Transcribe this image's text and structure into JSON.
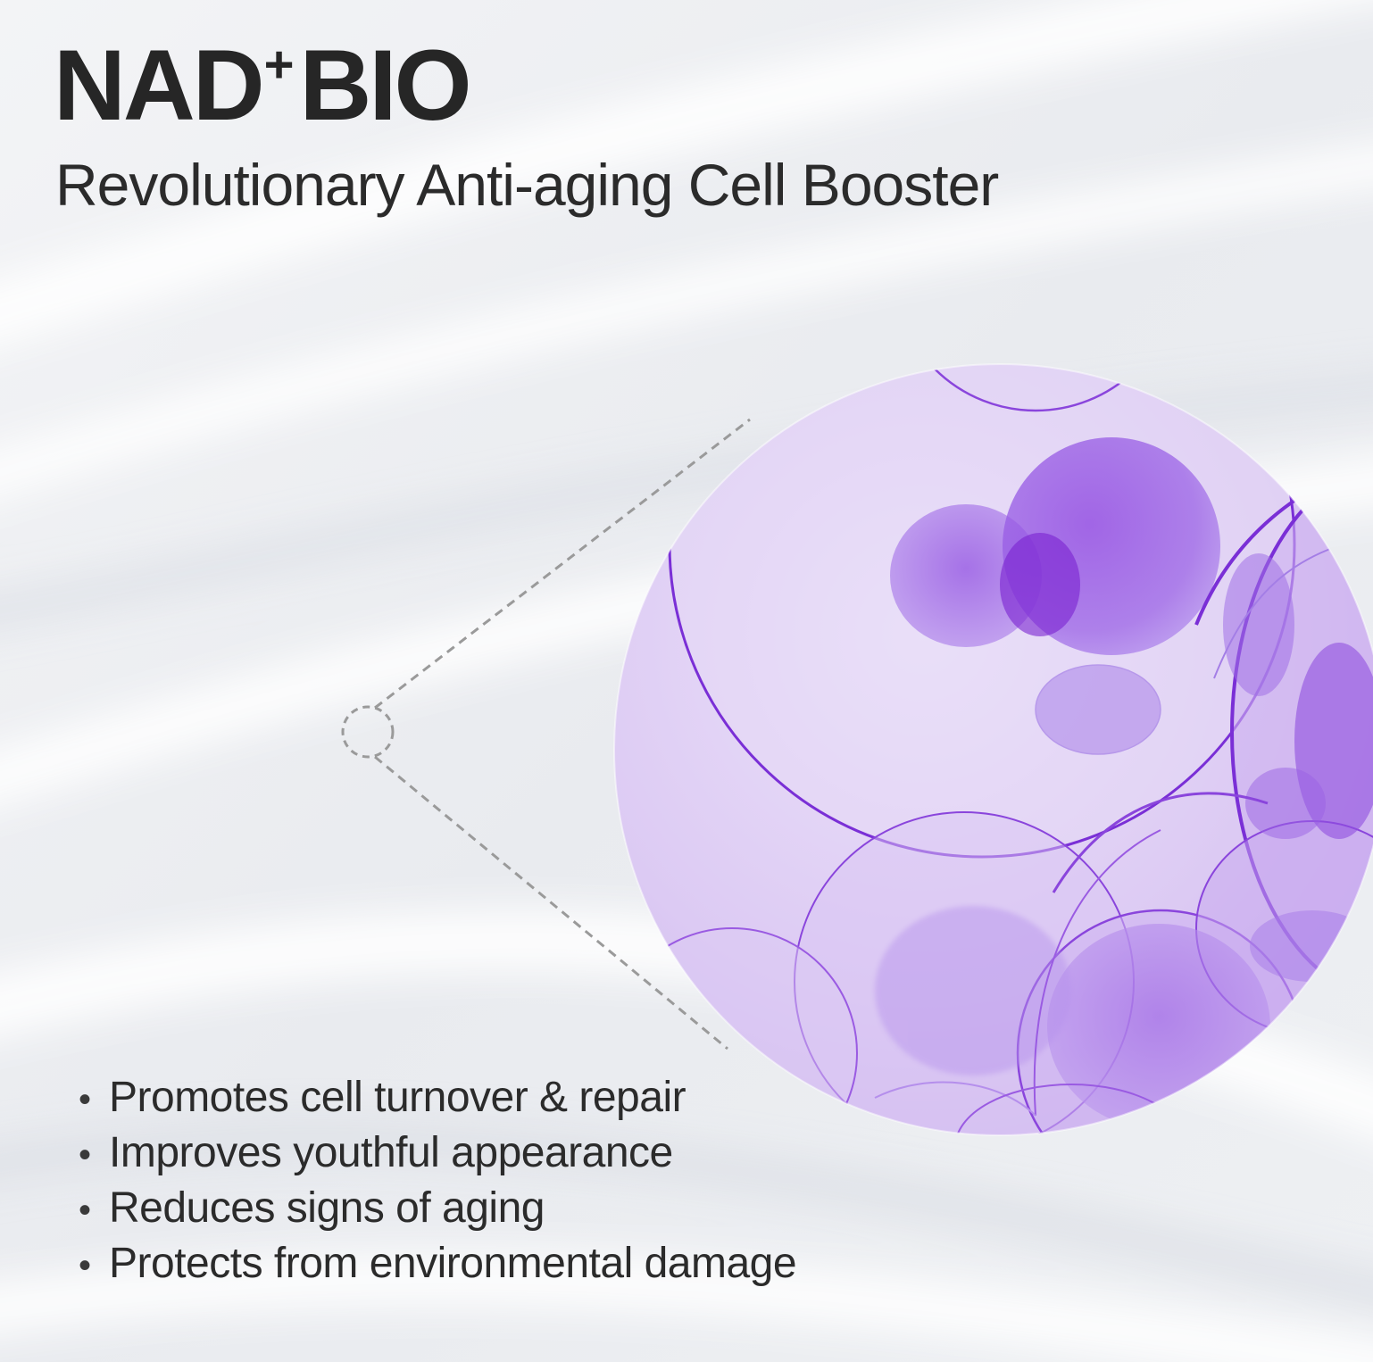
{
  "product": {
    "title_main": "NAD",
    "title_superscript": "+",
    "title_suffix": "BIO",
    "subtitle": "Revolutionary Anti-aging Cell Booster"
  },
  "benefits": {
    "bullet_symbol": "•",
    "items": [
      "Promotes cell turnover & repair",
      "Improves youthful appearance",
      "Reduces signs of aging",
      "Protects from environmental damage"
    ]
  },
  "colors": {
    "background": "#eef0f3",
    "text": "#262626",
    "accent_purple": "#7a2fd6",
    "connector_line": "#9a9a9a"
  },
  "icons": {
    "magnifier_callout": "zoom-callout-icon"
  }
}
